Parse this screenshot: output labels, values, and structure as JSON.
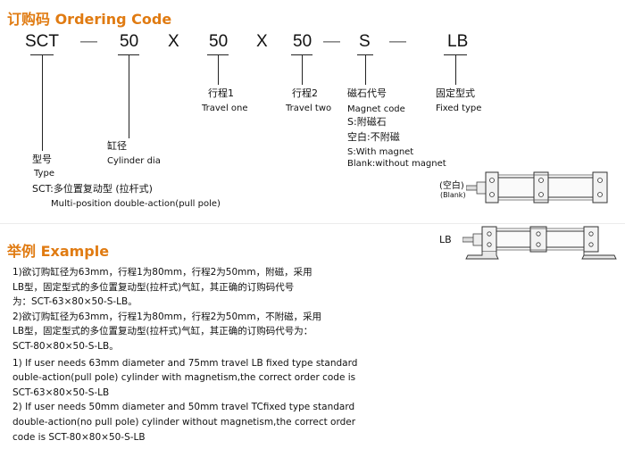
{
  "ordering": {
    "title": "订购码 Ordering Code",
    "code_parts": [
      "SCT",
      "—",
      "50",
      "X",
      "50",
      "X",
      "50",
      "—",
      "S",
      "—",
      "LB"
    ],
    "type_cn": "型号",
    "type_en": "Type",
    "cyl_cn": "缸径",
    "cyl_en": "Cylinder dia",
    "t1_cn": "行程1",
    "t1_en": "Travel one",
    "t2_cn": "行程2",
    "t2_en": "Travel two",
    "mag_cn": "磁石代号",
    "mag_en": "Magnet code",
    "mag_s": "S:附磁石",
    "mag_blank": "空白:不附磁",
    "mag_s_en": "S:With magnet",
    "mag_blank_en": "Blank:without magnet",
    "fix_cn": "固定型式",
    "fix_en": "Fixed type",
    "sct_cn": "SCT:多位置复动型 (拉杆式)",
    "sct_en": "Multi-position double-action(pull pole)",
    "blank_cn": "(空白)",
    "blank_en": "(Blank)",
    "lb_label": "LB"
  },
  "example": {
    "title": "举例 Example",
    "lines": [
      "1)欲订购缸径为63mm，行程1为80mm，行程2为50mm，附磁，采用",
      "LB型，固定型式的多位置复动型(拉杆式)气缸，其正确的订购码代号",
      "为：SCT-63×80×50-S-LB。",
      "2)欲订购缸径为63mm，行程1为80mm，行程2为50mm，不附磁，采用",
      "LB型，固定型式的多位置复动型(拉杆式)气缸，其正确的订购码代号为：",
      "SCT-80×80×50-S-LB。",
      "1) If user needs 63mm diameter and 75mm travel LB fixed type standard",
      "ouble-action(pull pole) cylinder with magnetism,the correct order code is",
      "SCT-63×80×50-S-LB",
      "2) If user needs 50mm diameter and 50mm travel TCfixed type standard",
      "double-action(no pull pole) cylinder without magnetism,the correct order",
      "code is SCT-80×80×50-S-LB"
    ]
  }
}
